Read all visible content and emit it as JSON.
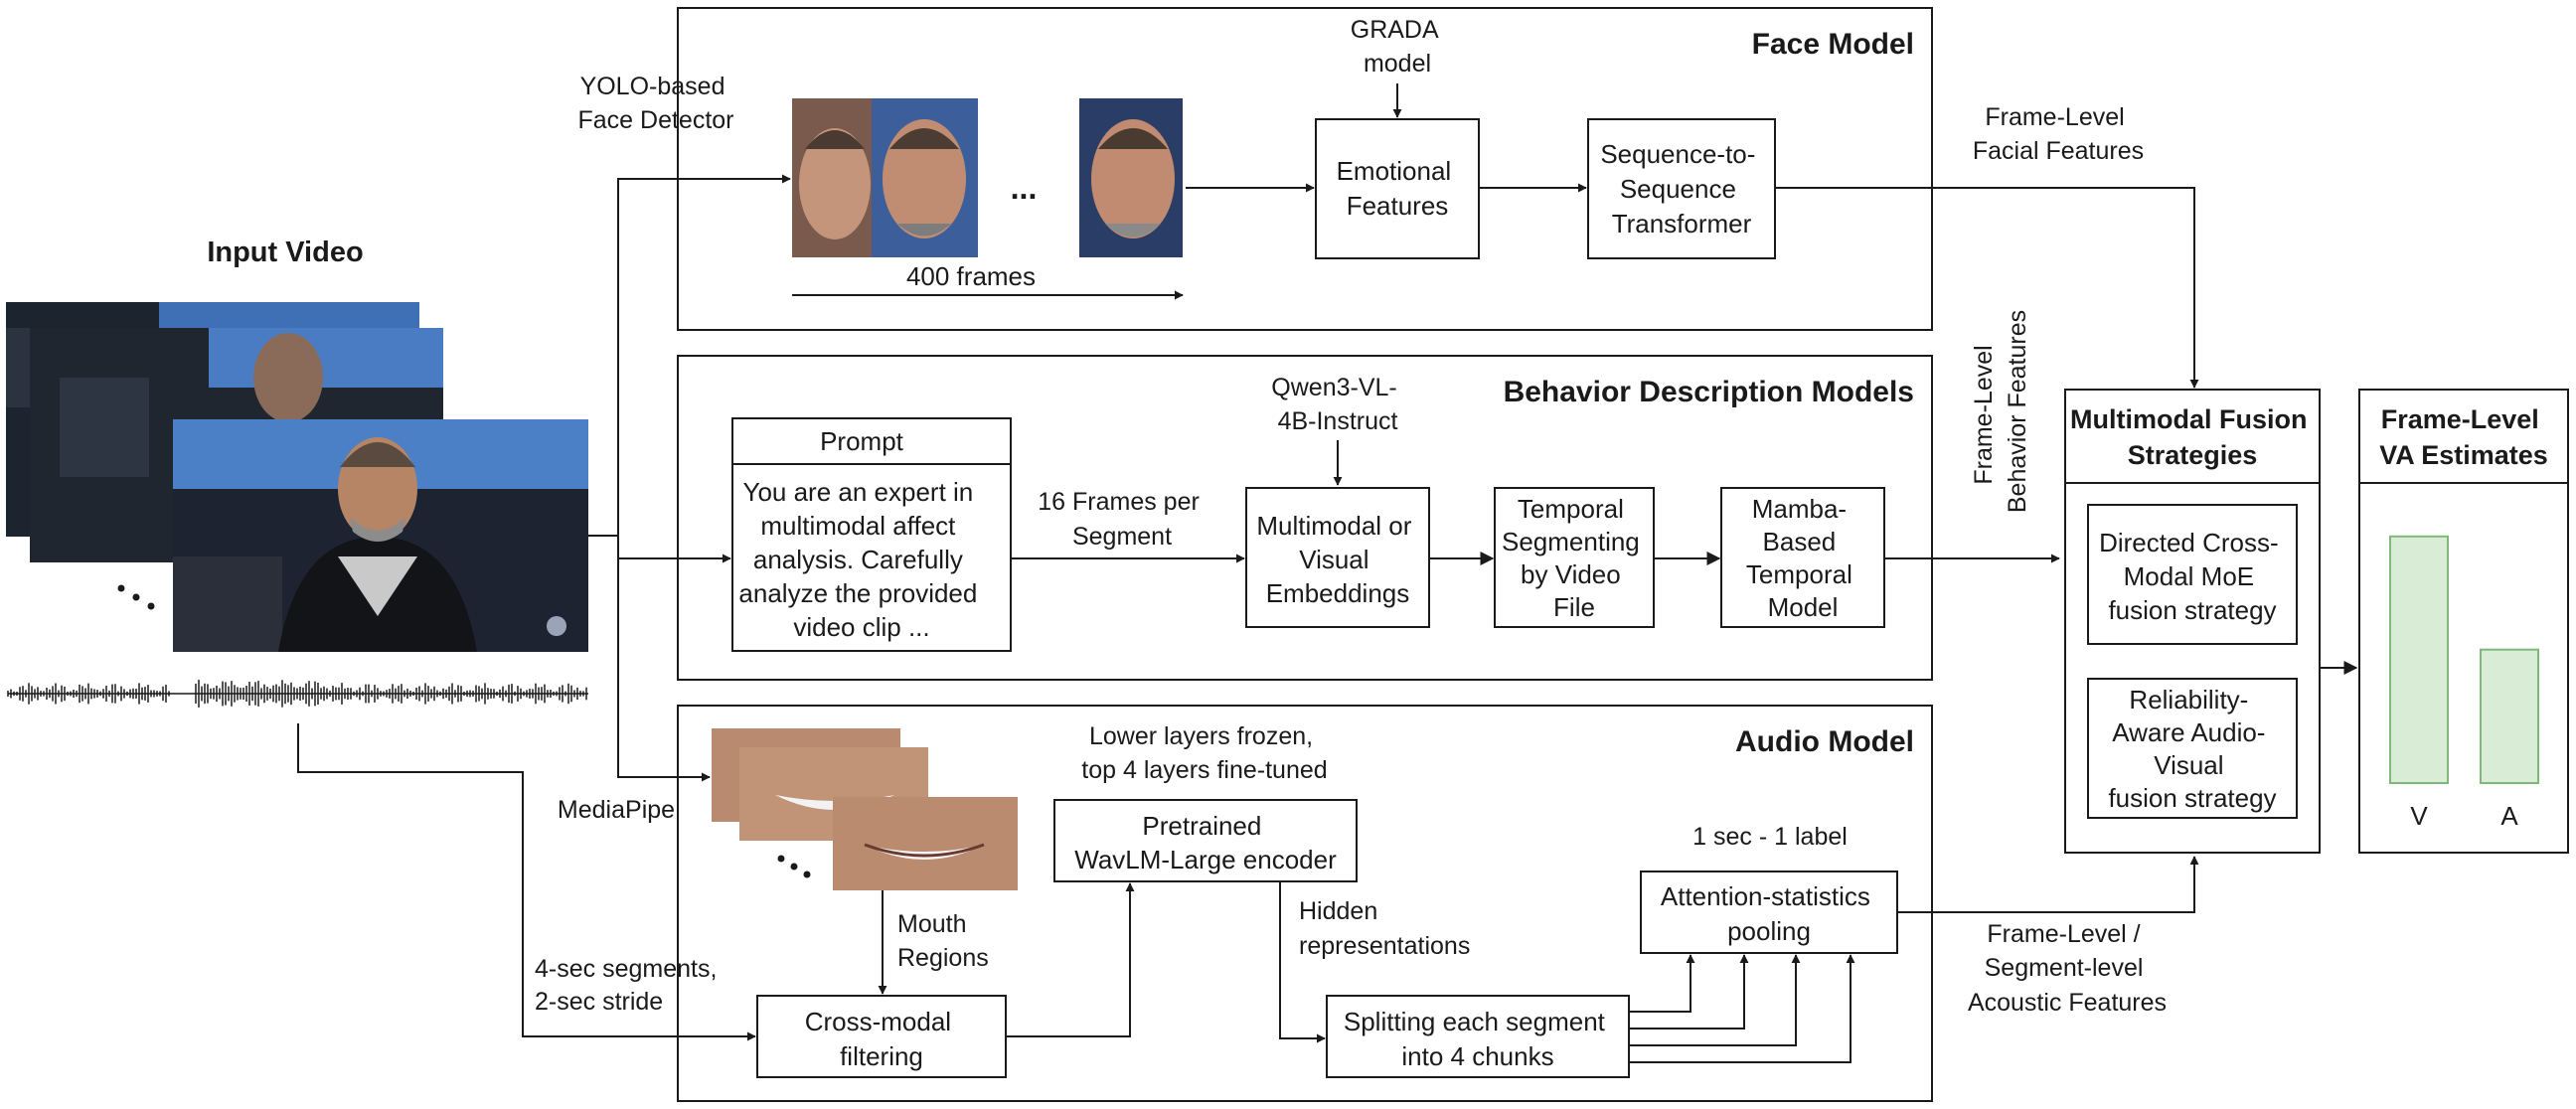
{
  "input": {
    "title": "Input Video"
  },
  "face_model": {
    "title": "Face Model",
    "detector_label": [
      "YOLO-based",
      "Face Detector"
    ],
    "frames_ellipsis": "...",
    "frames_label": "400 frames",
    "grada_label": [
      "GRADA",
      "model"
    ],
    "emotional_features": [
      "Emotional",
      "Features"
    ],
    "seq2seq": [
      "Sequence-to-",
      "Sequence",
      "Transformer"
    ],
    "output_label": [
      "Frame-Level",
      "Facial Features"
    ]
  },
  "behavior_model": {
    "title": "Behavior Description Models",
    "prompt_header": "Prompt",
    "prompt_text": [
      "You are an expert in",
      "multimodal affect",
      "analysis. Carefully",
      "analyze the provided",
      "video clip ..."
    ],
    "frames_per_segment": [
      "16 Frames per",
      "Segment"
    ],
    "qwen_label": [
      "Qwen3-VL-",
      "4B-Instruct"
    ],
    "embeddings": [
      "Multimodal or",
      "Visual",
      "Embeddings"
    ],
    "temporal_segmenting": [
      "Temporal",
      "Segmenting",
      "by Video",
      "File"
    ],
    "mamba": [
      "Mamba-",
      "Based",
      "Temporal",
      "Model"
    ],
    "output_label": [
      "Frame-Level",
      "Behavior Features"
    ]
  },
  "audio_model": {
    "title": "Audio Model",
    "mediapipe_label": "MediaPipe",
    "mouth_regions": [
      "Mouth",
      "Regions"
    ],
    "segments_label": [
      "4-sec segments,",
      "2-sec stride"
    ],
    "cross_modal": [
      "Cross-modal",
      "filtering"
    ],
    "layers_label": [
      "Lower layers frozen,",
      "top 4 layers fine-tuned"
    ],
    "wavlm": [
      "Pretrained",
      "WavLM-Large encoder"
    ],
    "hidden_label": [
      "Hidden",
      "representations"
    ],
    "splitting": [
      "Splitting each segment",
      "into 4 chunks"
    ],
    "label_rate": "1 sec - 1 label",
    "pooling": [
      "Attention-statistics",
      "pooling"
    ],
    "output_label": [
      "Frame-Level /",
      "Segment-level",
      "Acoustic Features"
    ]
  },
  "fusion": {
    "title": [
      "Multimodal Fusion",
      "Strategies"
    ],
    "strategy_1": [
      "Directed Cross-",
      "Modal MoE",
      "fusion strategy"
    ],
    "strategy_2": [
      "Reliability-",
      "Aware Audio-",
      "Visual",
      "fusion strategy"
    ]
  },
  "va_estimates": {
    "title": [
      "Frame-Level",
      "VA Estimates"
    ],
    "bar_values": [
      0.85,
      0.46
    ],
    "bar_labels": [
      "V",
      "A"
    ],
    "bar_color": "#d9ecd5",
    "bar_stroke": "#7fb878"
  },
  "icons": {
    "video_frames": "video-frame-stack-icon",
    "face_crops": "face-crop-icon",
    "mouth_crops": "mouth-crop-icon",
    "waveform": "audio-waveform-icon"
  }
}
